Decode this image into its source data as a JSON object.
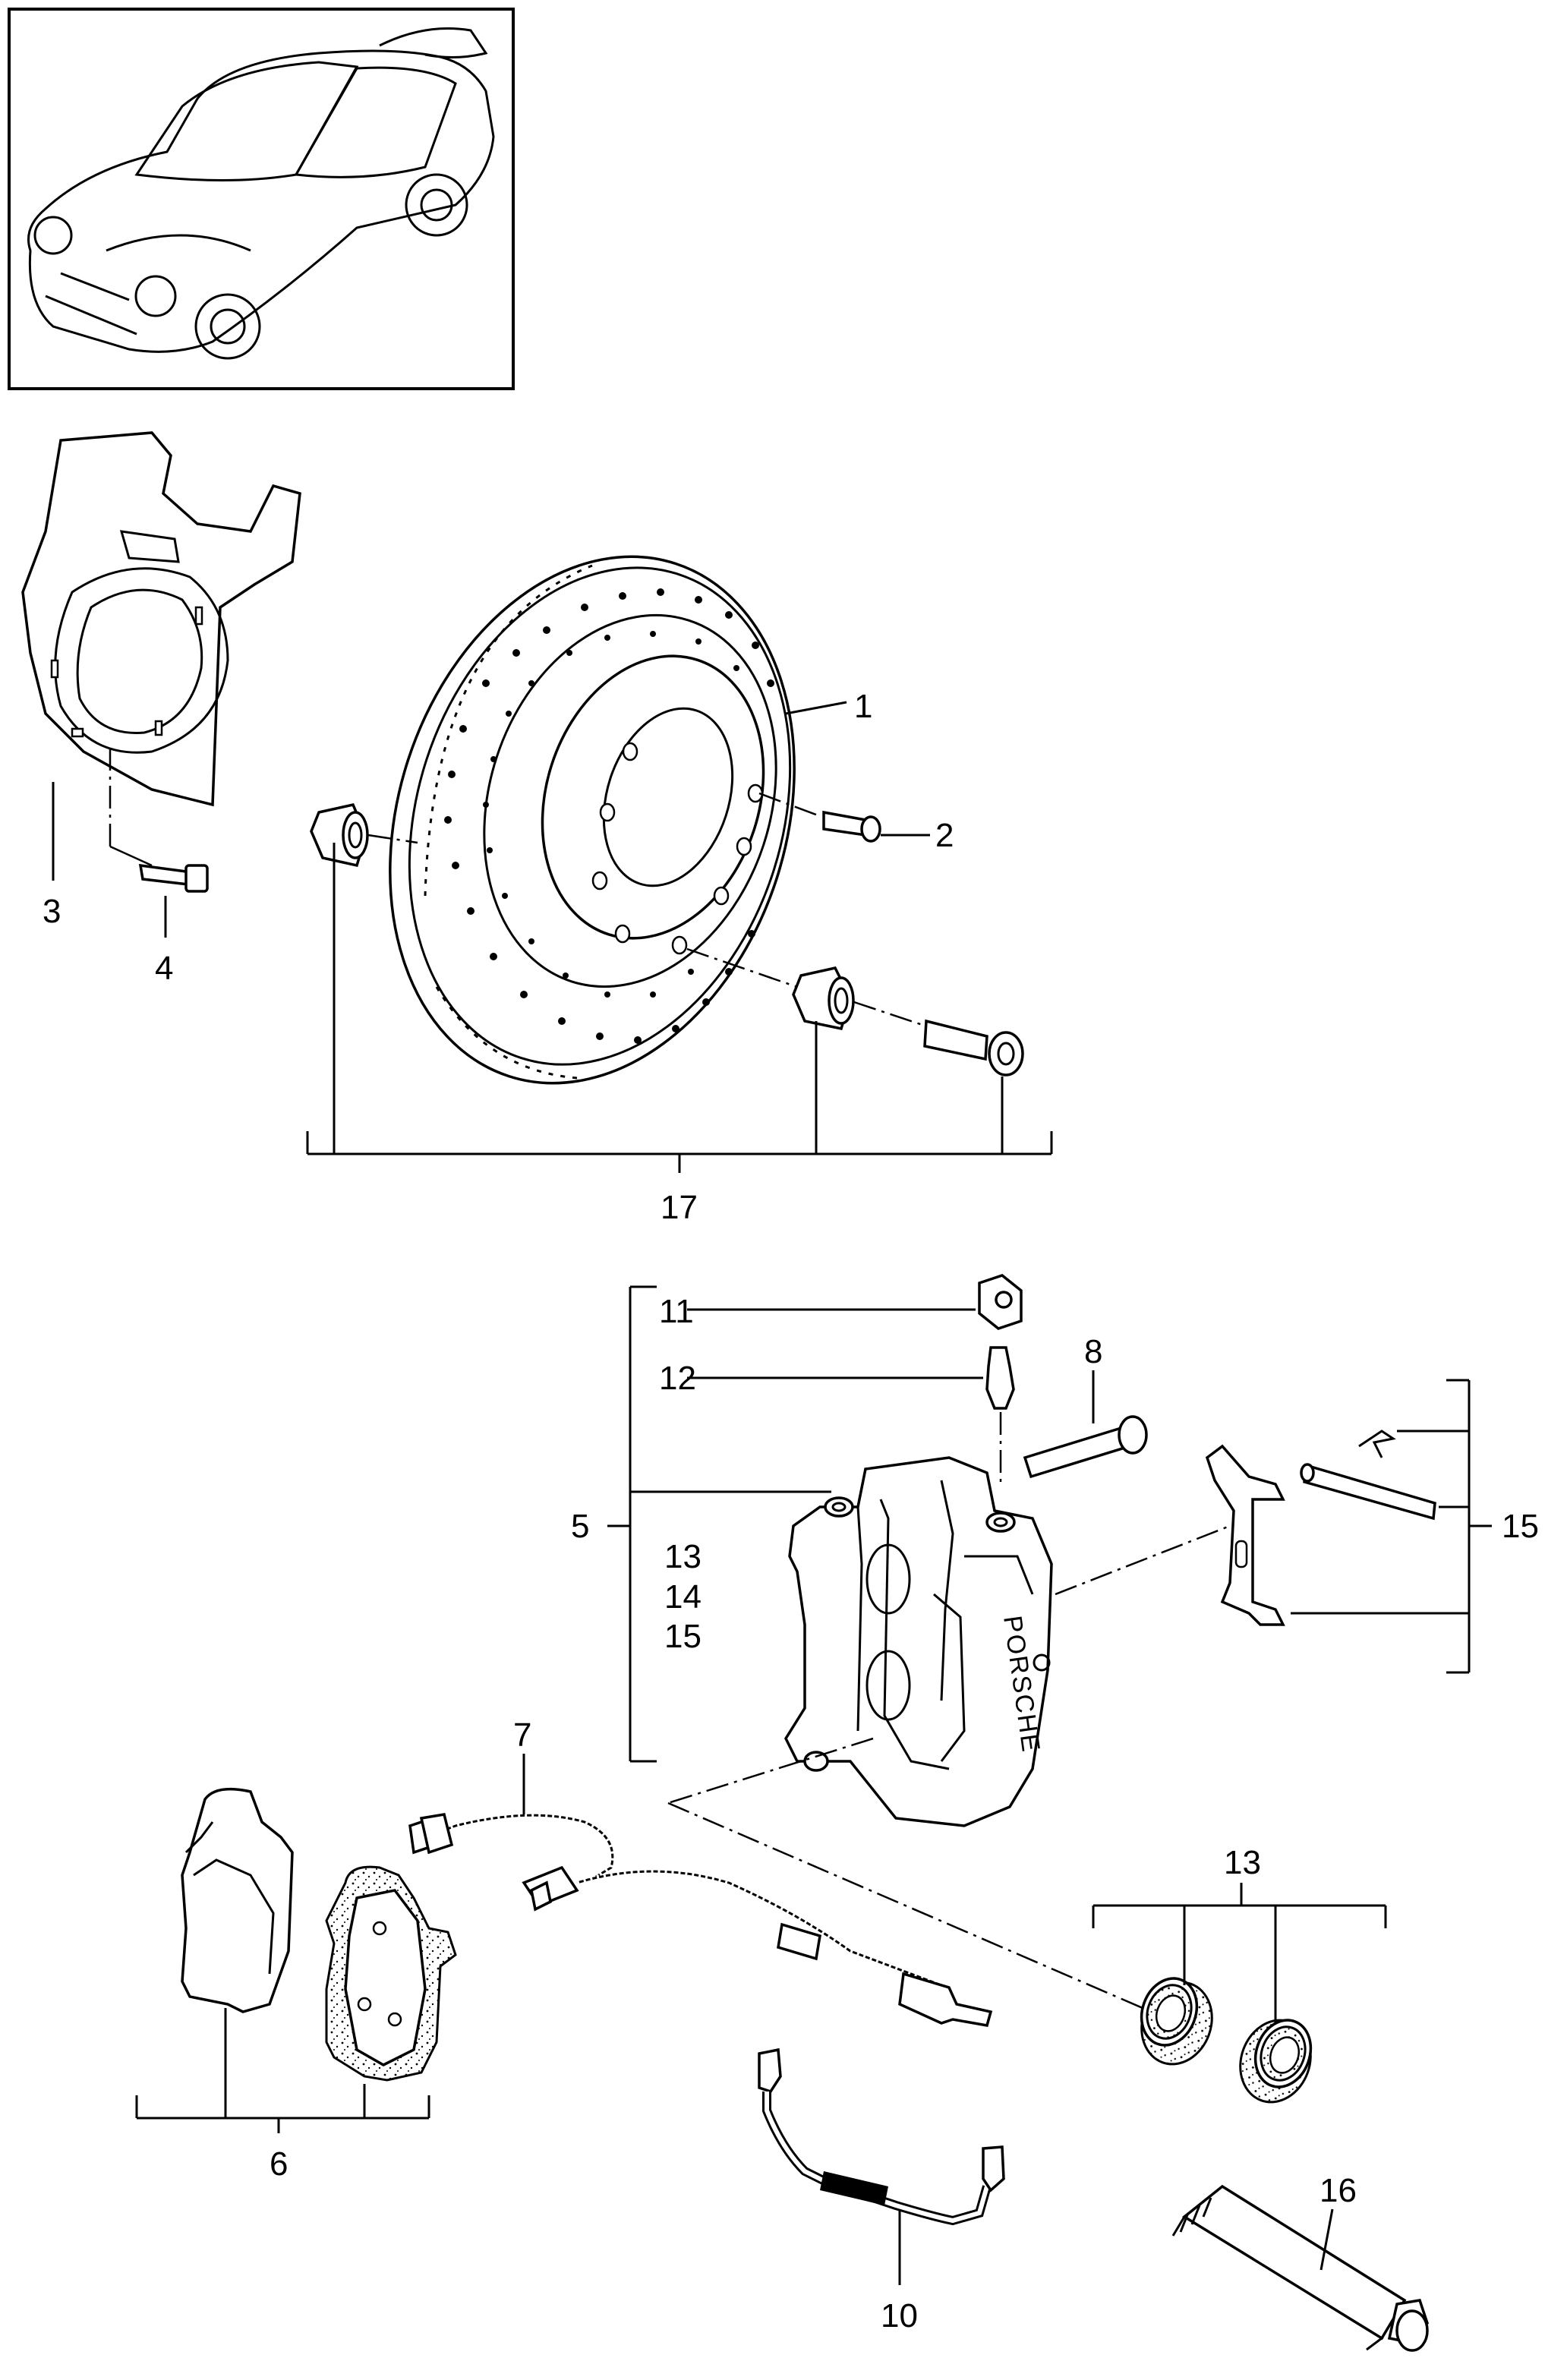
{
  "callouts": {
    "c1": "1",
    "c2": "2",
    "c3": "3",
    "c4": "4",
    "c5": "5",
    "c6": "6",
    "c7": "7",
    "c8": "8",
    "c10": "10",
    "c11": "11",
    "c12": "12",
    "c13a": "13",
    "c14": "14",
    "c15a": "15",
    "c13b": "13",
    "c15b": "15",
    "c16": "16",
    "c17": "17"
  },
  "caliper_brand": "PORSCHE",
  "icons": {
    "car_thumbnail": "porsche-911-car-icon"
  }
}
